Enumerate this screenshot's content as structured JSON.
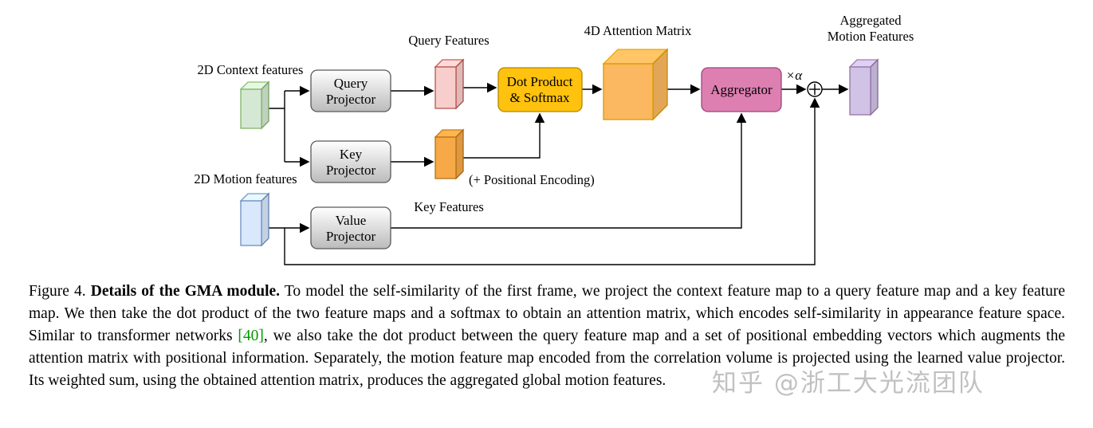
{
  "diagram": {
    "labels": {
      "context_features": "2D Context features",
      "motion_features": "2D Motion features",
      "query_features": "Query Features",
      "key_features": "Key Features",
      "positional_encoding": "(+ Positional Encoding)",
      "attention_matrix": "4D Attention Matrix",
      "aggregated_line1": "Aggregated",
      "aggregated_line2": "Motion Features",
      "scale_alpha": "×α"
    },
    "nodes": {
      "query_projector_line1": "Query",
      "query_projector_line2": "Projector",
      "key_projector_line1": "Key",
      "key_projector_line2": "Projector",
      "value_projector_line1": "Value",
      "value_projector_line2": "Projector",
      "dot_product_line1": "Dot Product",
      "dot_product_line2": "& Softmax",
      "aggregator": "Aggregator"
    },
    "colors": {
      "context_fill": "#d5e8d4",
      "context_stroke": "#82b366",
      "motion_fill": "#dae8fc",
      "motion_stroke": "#6c8ebf",
      "query_feat_fill": "#f8cecc",
      "query_feat_stroke": "#b85450",
      "key_feat_fill": "#f7a948",
      "key_feat_stroke": "#b57219",
      "attention_fill": "#fbb860",
      "attention_stroke": "#d79b00",
      "aggregated_fill": "#d0c3e6",
      "aggregated_stroke": "#9673a6",
      "dot_product_fill": "#ffc20e",
      "dot_product_stroke": "#b38600",
      "aggregator_fill": "#dd7fb1",
      "aggregator_stroke": "#99487d",
      "projector_fill_top": "#ffffff",
      "projector_fill_bottom": "#bbbbbb",
      "projector_stroke": "#595959",
      "citation_green": "#009900"
    }
  },
  "caption": {
    "figure_label": "Figure 4.",
    "title": "Details of the GMA module.",
    "body_before_citation": "To model the self-similarity of the first frame, we project the context feature map to a query feature map and a key feature map. We then take the dot product of the two feature maps and a softmax to obtain an attention matrix, which encodes self-similarity in appearance feature space. Similar to transformer networks ",
    "citation": "[40]",
    "body_after_citation": ", we also take the dot product between the query feature map and a set of positional embedding vectors which augments the attention matrix with positional information. Separately, the motion feature map encoded from the correlation volume is projected using the learned value projector. Its weighted sum, using the obtained attention matrix, produces the aggregated global motion features."
  },
  "watermark": {
    "text": "知乎 @浙工大光流团队"
  }
}
